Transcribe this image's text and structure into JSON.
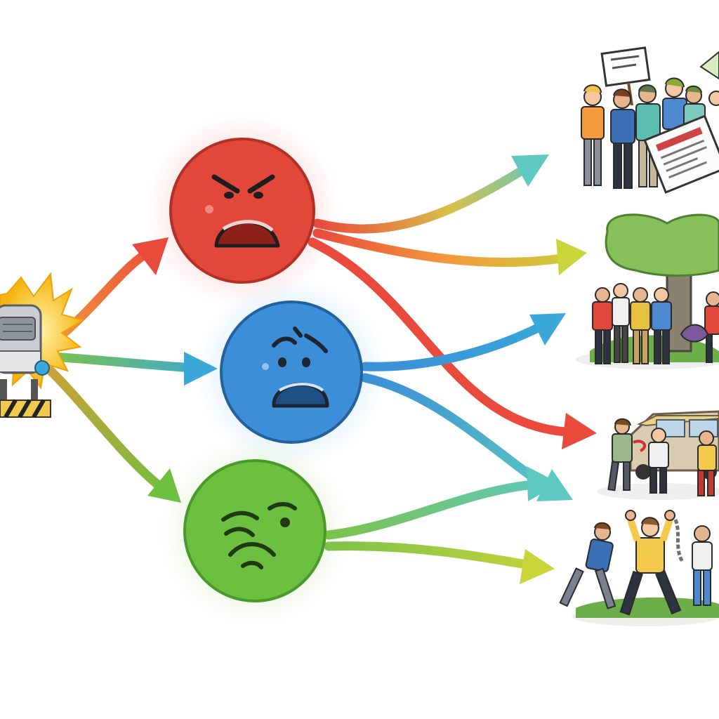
{
  "diagram": {
    "source": {
      "icon": "machine-explosion-icon",
      "burst_color": "#f5b40f",
      "body_color": "#c9ccd0"
    },
    "emotions": [
      {
        "id": "anger",
        "icon": "angry-face-icon",
        "color": "#e2483a",
        "dark": "#8e2119"
      },
      {
        "id": "fear",
        "icon": "fearful-face-icon",
        "color": "#3b8ed7",
        "dark": "#1d4f85"
      },
      {
        "id": "disgust",
        "icon": "disgusted-face-icon",
        "color": "#6cbf3f",
        "dark": "#2e6a1a"
      }
    ],
    "outcomes": [
      {
        "id": "protest",
        "icon": "protest-crowd-icon",
        "sign_text": ""
      },
      {
        "id": "gathering",
        "icon": "people-under-tree-icon"
      },
      {
        "id": "vandalism",
        "icon": "car-vandalism-icon"
      },
      {
        "id": "fight",
        "icon": "street-fight-icon"
      }
    ],
    "colors": {
      "red": "#e94a3c",
      "blue": "#3aa8d8",
      "green": "#7cc24a",
      "teal": "#5ec9c0",
      "yellow": "#c8d43a",
      "orange": "#f39a3c"
    }
  }
}
